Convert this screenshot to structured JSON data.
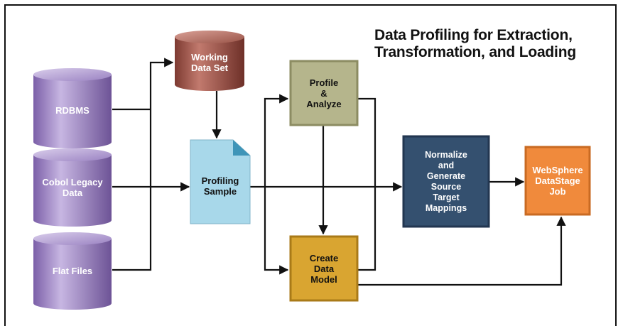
{
  "title": {
    "line1": "Data Profiling for Extraction,",
    "line2": "Transformation, and Loading"
  },
  "sources": {
    "rdbms": {
      "label": "RDBMS",
      "color": "#a48fc8"
    },
    "cobol": {
      "line1": "Cobol Legacy",
      "line2": "Data",
      "color": "#a48fc8"
    },
    "flat": {
      "label": "Flat Files",
      "color": "#a48fc8"
    }
  },
  "working_data_set": {
    "line1": "Working",
    "line2": "Data Set",
    "color": "#a0574c"
  },
  "profiling_sample": {
    "line1": "Profiling",
    "line2": "Sample",
    "color": "#a8d8ea"
  },
  "profile_analyze": {
    "line1": "Profile",
    "line2": "&",
    "line3": "Analyze",
    "color": "#b5b58c"
  },
  "create_data_model": {
    "line1": "Create",
    "line2": "Data",
    "line3": "Model",
    "color": "#d9a531"
  },
  "normalize": {
    "line1": "Normalize",
    "line2": "and",
    "line3": "Generate",
    "line4": "Source",
    "line5": "Target",
    "line6": "Mappings",
    "color": "#34506f"
  },
  "websphere": {
    "line1": "WebSphere",
    "line2": "DataStage",
    "line3": "Job",
    "color": "#f08a3c"
  }
}
